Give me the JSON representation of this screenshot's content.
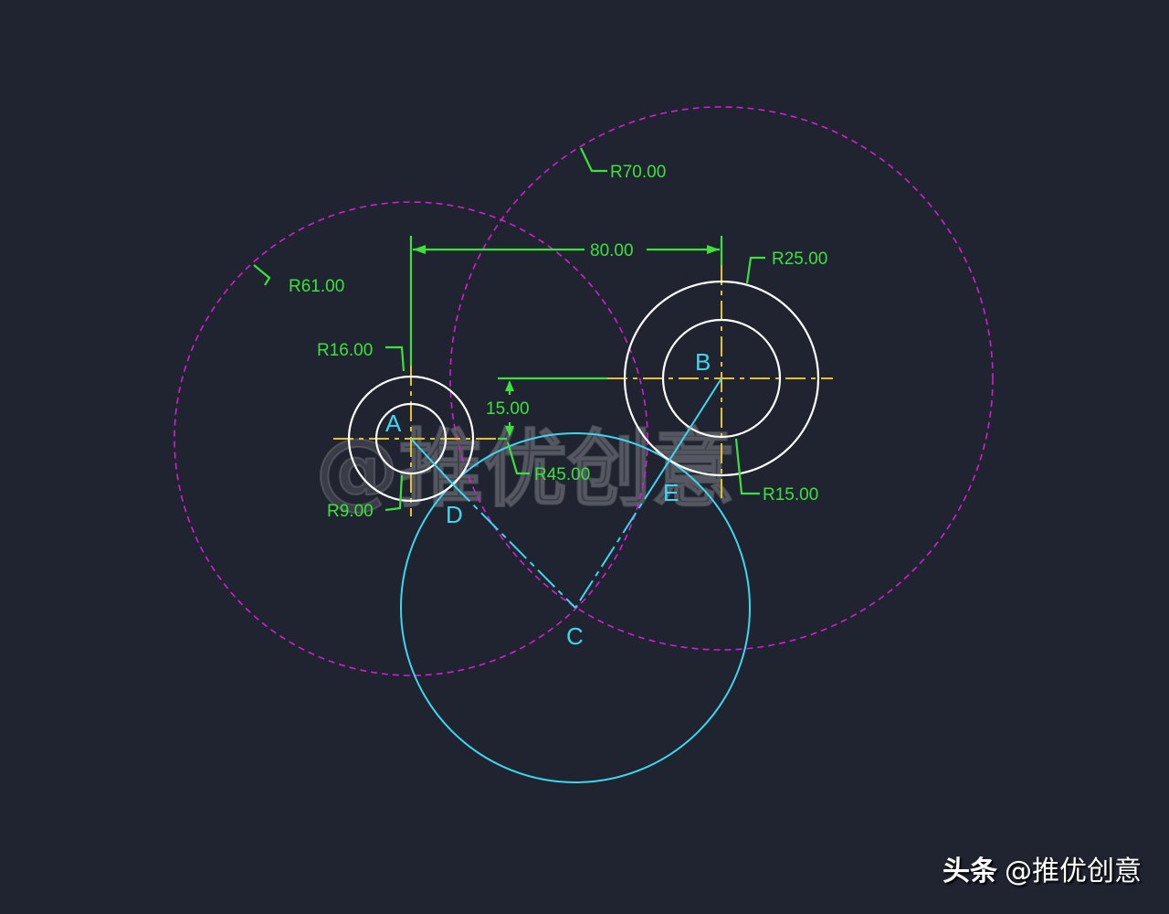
{
  "drawing": {
    "colors": {
      "background": "#1f2430",
      "construction_circle": "#d020d0",
      "part_circle": "#ffffff",
      "arc_circle": "#3fd6ef",
      "centerline": "#e6c229",
      "dimension": "#3ee03e"
    },
    "points": {
      "A": "A",
      "B": "B",
      "C": "C",
      "D": "D",
      "E": "E"
    },
    "dimensions": {
      "horizontal_distance": "80.00",
      "vertical_offset": "15.00",
      "r_a_outer": "R16.00",
      "r_a_inner": "R9.00",
      "r_b_outer": "R25.00",
      "r_b_inner": "R15.00",
      "r_construction_a": "R61.00",
      "r_construction_b": "R70.00",
      "r_arc": "R45.00"
    },
    "watermark": "@推优创意"
  },
  "credit": {
    "platform": "头条",
    "author": "@推优创意"
  }
}
